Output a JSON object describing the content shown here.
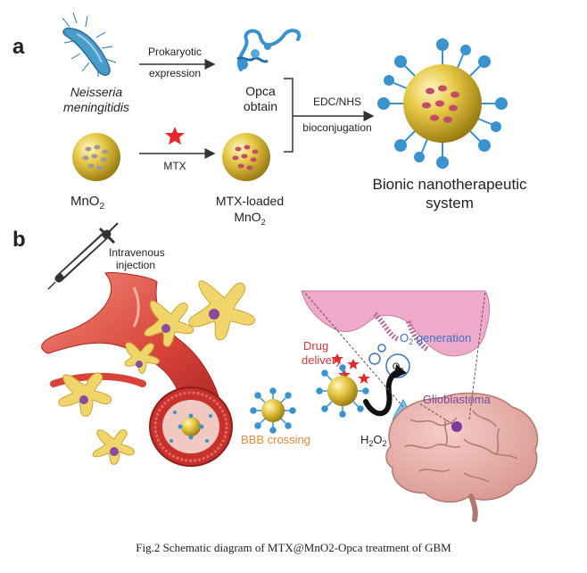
{
  "panel_a": {
    "label": "a",
    "organism_line1": "Neisseria",
    "organism_line2": "meningitidis",
    "step1_line1": "Prokaryotic",
    "step1_line2": "expression",
    "opca_line1": "Opca",
    "opca_line2": "obtain",
    "mno2_label": "MnO",
    "mno2_sub": "2",
    "mtx_label": "MTX",
    "loaded_line1": "MTX-loaded",
    "loaded_line2": "MnO",
    "loaded_sub": "2",
    "conj_top": "EDC/NHS",
    "conj_bottom": "bioconjugation",
    "result_line1": "Bionic nanotherapeutic",
    "result_line2": "system"
  },
  "panel_b": {
    "label": "b",
    "injection_line1": "Intravenous",
    "injection_line2": "injection",
    "bbb": "BBB crossing",
    "drug_line1": "Drug",
    "drug_line2": "delivery",
    "o2_gen_prefix": "O",
    "o2_gen_sub": "2",
    "o2_gen_suffix": " generation",
    "o2_bubble": "O",
    "o2_bubble_sub": "2",
    "glioblastoma": "Glioblastoma",
    "h2o2_a": "H",
    "h2o2_sub1": "2",
    "h2o2_b": "O",
    "h2o2_sub2": "2"
  },
  "caption": "Fig.2 Schematic diagram of MTX@MnO2-Opca treatment of GBM",
  "colors": {
    "nanoparticle": "#e3c43c",
    "bacteria": "#4a9cc8",
    "protein": "#3a93cf",
    "vessel": "#d9413a",
    "cell": "#f0d66a",
    "tissue": "#efaac9",
    "bbb_text": "#e78a3c",
    "drug_text": "#d0393b",
    "o2_text": "#3d74c4",
    "glioblastoma_text": "#7a4aa0",
    "star": "#e8262b"
  }
}
